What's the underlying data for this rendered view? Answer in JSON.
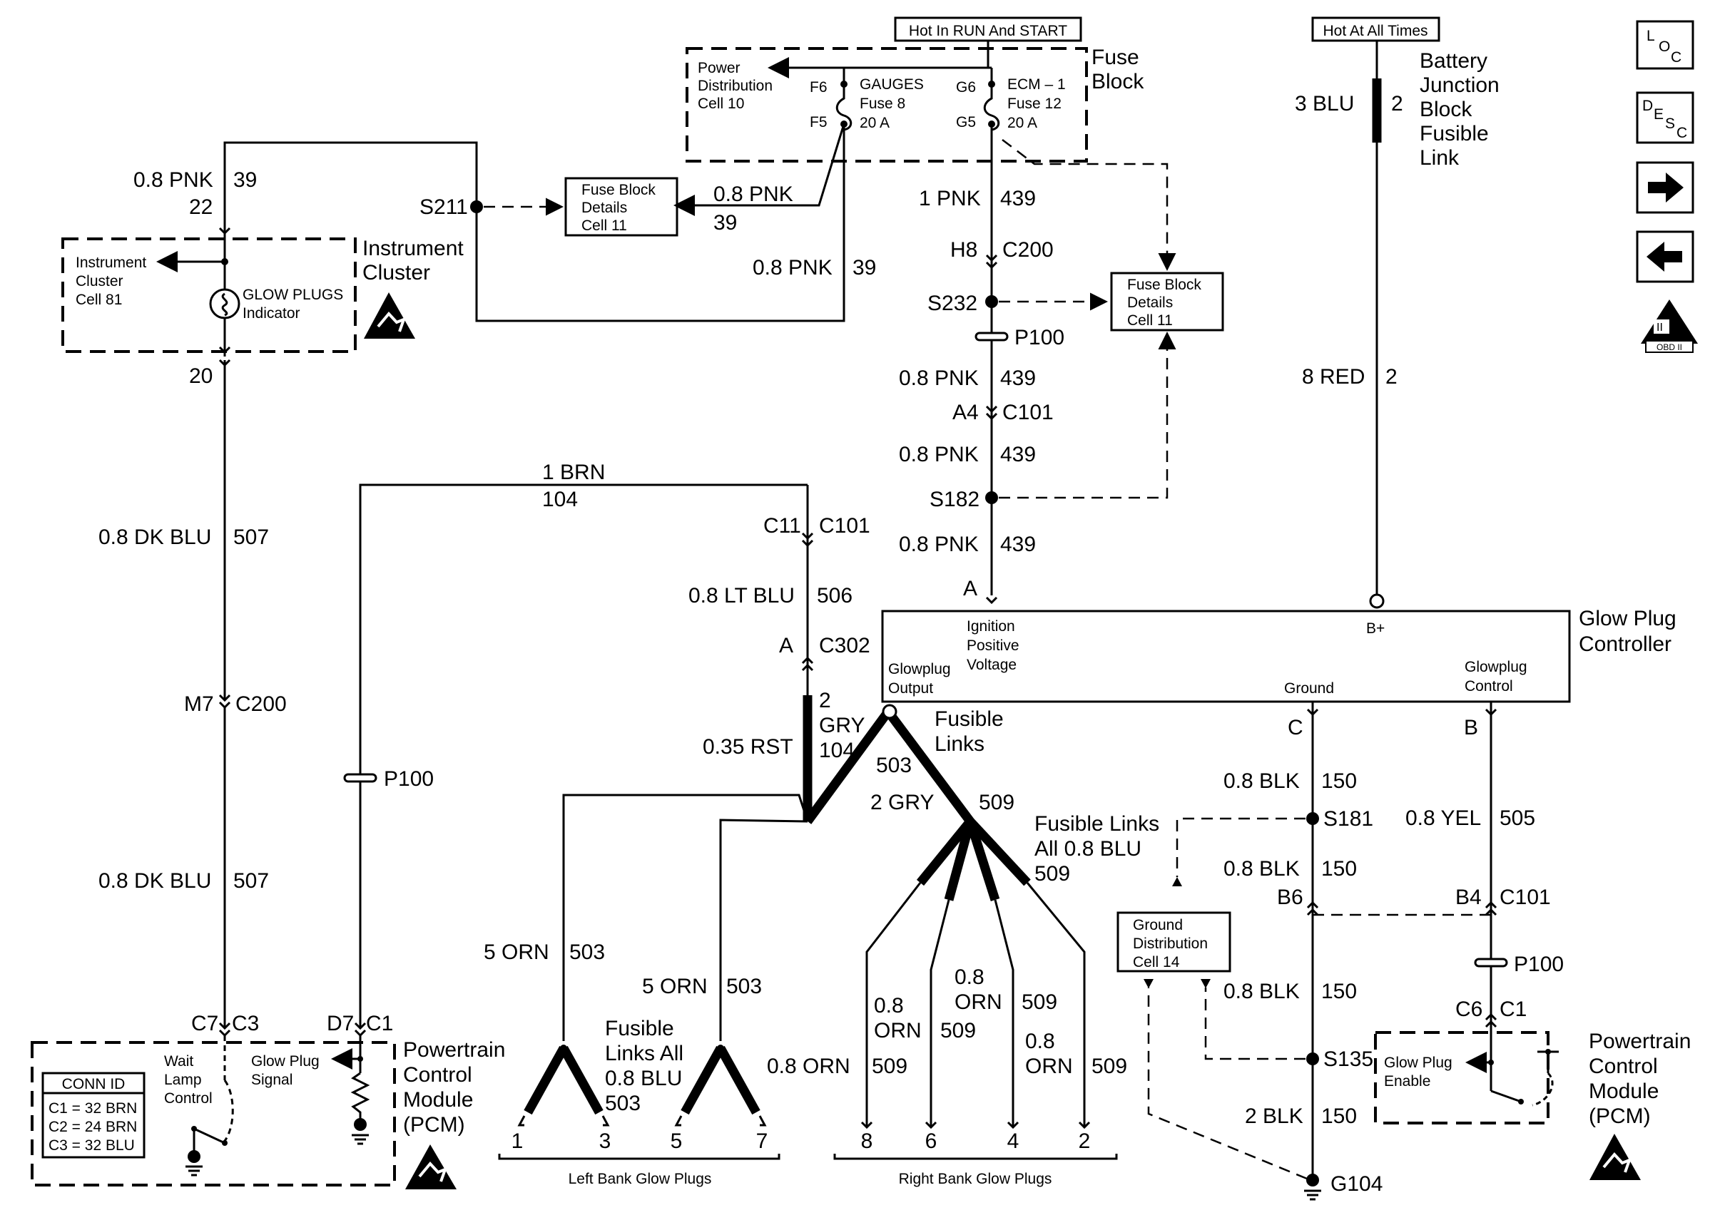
{
  "hot_labels": {
    "run_start": "Hot In RUN And START",
    "all_times": "Hot At All Times"
  },
  "fuse_block": {
    "title_1": "Fuse",
    "title_2": "Block",
    "power_dist": [
      "Power",
      "Distribution",
      "Cell 10"
    ],
    "gauges": {
      "name": "GAUGES",
      "fuse": "Fuse 8",
      "amp": "20 A",
      "pin_top": "F6",
      "pin_bottom": "F5"
    },
    "ecm": {
      "name": "ECM – 1",
      "fuse": "Fuse 12",
      "amp": "20 A",
      "pin_top": "G6",
      "pin_bottom": "G5"
    }
  },
  "battery": {
    "lines": [
      "Battery",
      "Junction",
      "Block",
      "Fusible",
      "Link"
    ],
    "wire_size": "3 BLU",
    "circuit": "2"
  },
  "nav_icons": {
    "loc": "LOC",
    "desc": "DESC",
    "next": "next-arrow",
    "prev": "prev-arrow",
    "obd": "OBD II"
  },
  "instrument_cluster": {
    "title_1": "Instrument",
    "title_2": "Cluster",
    "cell": [
      "Instrument",
      "Cluster",
      "Cell 81"
    ],
    "indicator": [
      "GLOW PLUGS",
      "Indicator"
    ],
    "pin_top": "22",
    "pin_bottom": "20"
  },
  "fuse_details_left": [
    "Fuse Block",
    "Details",
    "Cell 11"
  ],
  "fuse_details_right": [
    "Fuse Block",
    "Details",
    "Cell 11"
  ],
  "ground_dist": [
    "Ground",
    "Distribution",
    "Cell 14"
  ],
  "wires": {
    "pnk39_top": {
      "size": "0.8 PNK",
      "ckt": "39"
    },
    "pnk39_mid": {
      "size": "0.8 PNK",
      "ckt": "39"
    },
    "pnk39_right": {
      "size": "0.8 PNK",
      "ckt": "39"
    },
    "pnk439_1": {
      "size": "1 PNK",
      "ckt": "439"
    },
    "pnk439_2": {
      "size": "0.8 PNK",
      "ckt": "439"
    },
    "pnk439_3": {
      "size": "0.8 PNK",
      "ckt": "439"
    },
    "pnk439_4": {
      "size": "0.8 PNK",
      "ckt": "439"
    },
    "dkblu_1": {
      "size": "0.8 DK BLU",
      "ckt": "507"
    },
    "dkblu_2": {
      "size": "0.8 DK BLU",
      "ckt": "507"
    },
    "brn": {
      "size": "1 BRN",
      "ckt": "104"
    },
    "ltblu": {
      "size": "0.8 LT BLU",
      "ckt": "506"
    },
    "red": {
      "size": "8 RED",
      "ckt": "2"
    },
    "rst": {
      "size": "0.35 RST"
    },
    "gry2": [
      "2",
      "GRY",
      "104"
    ],
    "gry509": {
      "size": "2 GRY",
      "ckt": "509"
    },
    "c503": "503",
    "blk1": {
      "size": "0.8 BLK",
      "ckt": "150"
    },
    "blk2": {
      "size": "0.8 BLK",
      "ckt": "150"
    },
    "blk3": {
      "size": "0.8 BLK",
      "ckt": "150"
    },
    "blk4": {
      "size": "2 BLK",
      "ckt": "150"
    },
    "yel": {
      "size": "0.8 YEL",
      "ckt": "505"
    },
    "orn_left1": {
      "size": "5 ORN",
      "ckt": "503"
    },
    "orn_left2": {
      "size": "5 ORN",
      "ckt": "503"
    },
    "orn_r1": {
      "size": "0.8 ORN",
      "ckt": "509"
    },
    "orn_r2": {
      "size": [
        "0.8",
        "ORN"
      ],
      "ckt": "509"
    },
    "orn_r3": {
      "size": [
        "0.8",
        "ORN"
      ],
      "ckt": "509"
    },
    "orn_r4": {
      "size": [
        "0.8",
        "ORN"
      ],
      "ckt": "509"
    }
  },
  "splices": {
    "s211": "S211",
    "s232": "S232",
    "s182": "S182",
    "s181": "S181",
    "s135": "S135"
  },
  "connectors": {
    "h8": "H8",
    "c200": "C200",
    "a4": "A4",
    "c101": "C101",
    "p100": "P100",
    "c11": "C11",
    "c101b": "C101",
    "a": "A",
    "c302": "C302",
    "m7": "M7",
    "c200b": "C200",
    "p100b": "P100",
    "c7": "C7",
    "c3": "C3",
    "d7": "D7",
    "c1": "C1",
    "b6": "B6",
    "b4": "B4",
    "c101c": "C101",
    "p100c": "P100",
    "c6": "C6",
    "c1b": "C1",
    "a_gpc": "A",
    "c_gpc": "C",
    "b_gpc": "B"
  },
  "glow_plug_controller": {
    "title_1": "Glow Plug",
    "title_2": "Controller",
    "ign": [
      "Ignition",
      "Positive",
      "Voltage"
    ],
    "bplus": "B+",
    "output": [
      "Glowplug",
      "Output"
    ],
    "ground": "Ground",
    "control": [
      "Glowplug",
      "Control"
    ]
  },
  "fusible_links": {
    "top": [
      "Fusible",
      "Links"
    ],
    "right": [
      "Fusible Links",
      "All 0.8 BLU",
      "509"
    ],
    "left": [
      "Fusible",
      "Links All",
      "0.8 BLU",
      "503"
    ]
  },
  "pcm_left": {
    "title": [
      "Powertrain",
      "Control",
      "Module",
      "(PCM)"
    ],
    "conn_title": "CONN ID",
    "conn_rows": [
      "C1 = 32 BRN",
      "C2 = 24 BRN",
      "C3 = 32 BLU"
    ],
    "wait": [
      "Wait",
      "Lamp",
      "Control"
    ],
    "glow_signal": [
      "Glow Plug",
      "Signal"
    ]
  },
  "pcm_right": {
    "title": [
      "Powertrain",
      "Control",
      "Module",
      "(PCM)"
    ],
    "enable": [
      "Glow Plug",
      "Enable"
    ]
  },
  "glow_plugs": {
    "left_label": "Left Bank Glow Plugs",
    "right_label": "Right Bank Glow Plugs",
    "left_pins": [
      "1",
      "3",
      "5",
      "7"
    ],
    "right_pins": [
      "8",
      "6",
      "4",
      "2"
    ]
  },
  "ground": "G104"
}
